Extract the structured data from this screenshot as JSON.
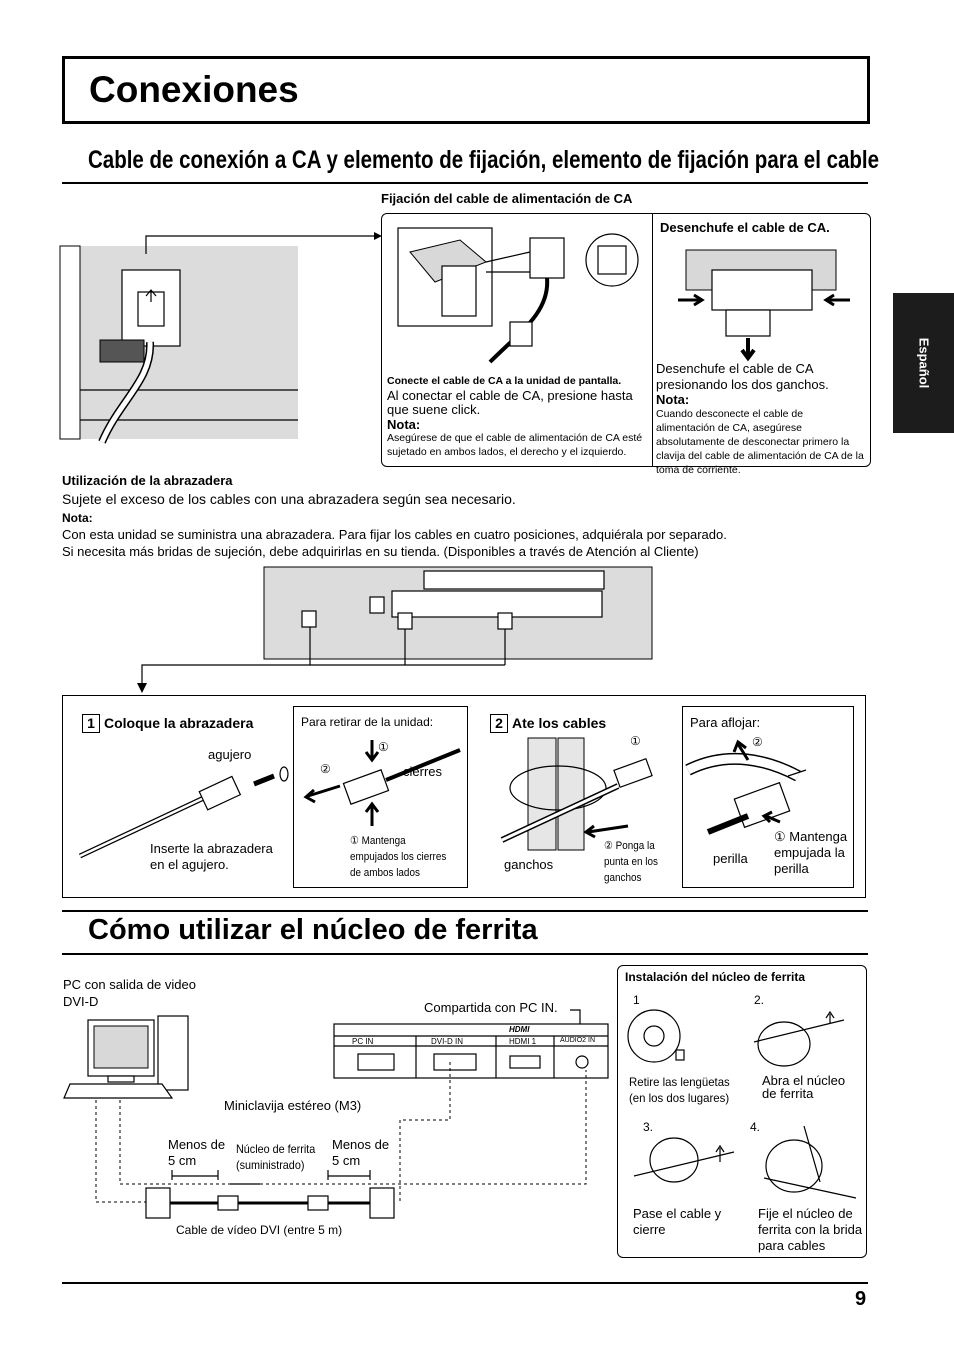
{
  "page_title": "Conexiones",
  "side_tab": "Español",
  "section1": {
    "title": "Cable de conexión a CA y elemento de fijación, elemento de fijación para el cable",
    "fixing_title": "Fijación del cable de alimentación de CA",
    "connect_bold": "Conecte el cable de CA a la unidad de pantalla.",
    "connect_text": "Al conectar el cable de CA, presione hasta que suene click.",
    "connect_note_label": "Nota:",
    "connect_note": "Asegúrese de que el cable de alimentación de CA esté sujetado en ambos lados, el derecho y el izquierdo.",
    "unplug_title": "Desenchufe el cable de CA.",
    "unplug_text": "Desenchufe el cable de CA presionando los dos ganchos.",
    "unplug_note_label": "Nota:",
    "unplug_note": "Cuando desconecte el cable de alimentación de CA, asegúrese absolutamente de desconectar primero la clavija del cable de alimentación de CA de la toma de corriente."
  },
  "clamp": {
    "heading": "Utilización de la abrazadera",
    "text": "Sujete el exceso de los cables con una abrazadera según sea necesario.",
    "note_label": "Nota:",
    "note1": "Con esta unidad se suministra una abrazadera. Para fijar los cables en cuatro posiciones, adquiérala por separado.",
    "note2": "Si necesita más bridas de sujeción, debe adquirirlas en su tienda. (Disponibles a través de Atención al Cliente)"
  },
  "step1": {
    "number": "1",
    "title": "Coloque la abrazadera",
    "hole": "agujero",
    "insert": "Inserte la abrazadera en el agujero.",
    "remove_title": "Para retirar de la unidad:",
    "circ1": "①",
    "circ2": "②",
    "latches": "cierres",
    "keep_pressed": "① Mantenga empujados los cierres de ambos lados"
  },
  "step2": {
    "number": "2",
    "title": "Ate los cables",
    "circ1": "①",
    "hooks": "ganchos",
    "tip": "② Ponga la punta en los ganchos",
    "loosen_title": "Para aflojar:",
    "circ2": "②",
    "knob": "perilla",
    "keep_knob": "① Mantenga empujada la perilla"
  },
  "section2": {
    "title": "Cómo utilizar el núcleo de ferrita",
    "pc_label": "PC con salida de video DVI-D",
    "shared": "Compartida con PC IN.",
    "ports": [
      "PC IN",
      "DVI-D IN",
      "HDMI 1",
      "AUDIO2 IN"
    ],
    "hdmi_logo": "HDMI",
    "miniplug": "Miniclavija estéreo (M3)",
    "less_left": "Menos de 5 cm",
    "core_supplied": "Núcleo de ferrita (suministrado)",
    "less_right": "Menos de 5 cm",
    "dvi_cable": "Cable de vídeo DVI (entre 5 m)"
  },
  "ferrite_install": {
    "title": "Instalación del núcleo de ferrita",
    "step1_num": "1",
    "step1_text": "Retire las lengüetas (en los dos lugares)",
    "step2_num": "2.",
    "step2_text": "Abra el núcleo de ferrita",
    "step3_num": "3.",
    "step3_text": "Pase el cable y cierre",
    "step4_num": "4.",
    "step4_text": "Fije el núcleo de ferrita con la brida para cables"
  },
  "page_number": "9"
}
